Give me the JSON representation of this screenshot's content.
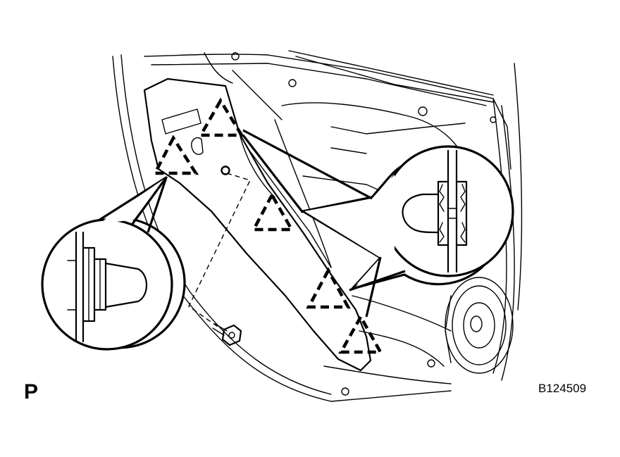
{
  "figure": {
    "view_letter": "P",
    "figure_id": "B124509"
  },
  "legend_symbols": {
    "clip_marker": "dashed-triangle",
    "bolt": "hex-flange-bolt"
  },
  "colors": {
    "line": "#000000",
    "background": "#ffffff"
  }
}
